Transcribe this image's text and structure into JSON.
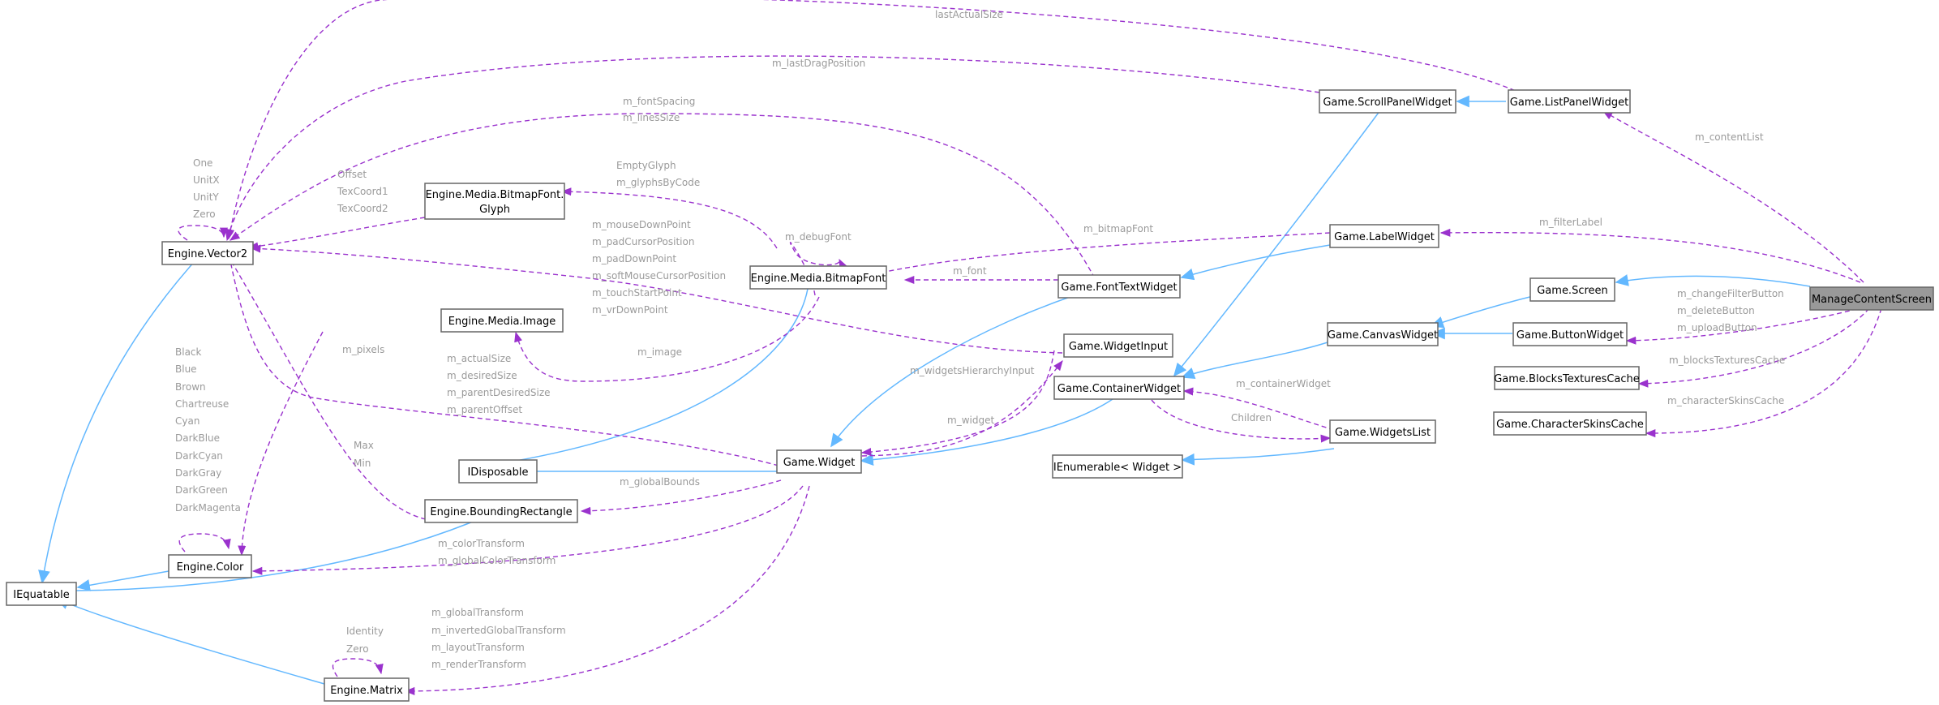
{
  "nodes": {
    "vector2": "Engine.Vector2",
    "iequatable": "IEquatable",
    "color": "Engine.Color",
    "matrix": "Engine.Matrix",
    "glyph_line1": "Engine.Media.BitmapFont.",
    "glyph_line2": "Glyph",
    "image": "Engine.Media.Image",
    "idisposable": "IDisposable",
    "bounding": "Engine.BoundingRectangle",
    "bitmapfont": "Engine.Media.BitmapFont",
    "widget": "Game.Widget",
    "fonttext": "Game.FontTextWidget",
    "widgetinput": "Game.WidgetInput",
    "container": "Game.ContainerWidget",
    "ienumerable": "IEnumerable< Widget >",
    "scrollpanel": "Game.ScrollPanelWidget",
    "listpanel": "Game.ListPanelWidget",
    "label": "Game.LabelWidget",
    "screen": "Game.Screen",
    "canvas": "Game.CanvasWidget",
    "button": "Game.ButtonWidget",
    "widgetslist": "Game.WidgetsList",
    "blockstex": "Game.BlocksTexturesCache",
    "charskins": "Game.CharacterSkinsCache",
    "manage": "ManageContentScreen"
  },
  "labels": {
    "lastActualSize": "lastActualSize",
    "m_lastDragPosition": "m_lastDragPosition",
    "m_fontSpacing": "m_fontSpacing",
    "m_linesSize": "m_linesSize",
    "v_one": "One",
    "v_unitx": "UnitX",
    "v_unity": "UnitY",
    "v_zero": "Zero",
    "g_offset": "Offset",
    "g_texcoord1": "TexCoord1",
    "g_texcoord2": "TexCoord2",
    "emptyGlyph": "EmptyGlyph",
    "m_glyphsByCode": "m_glyphsByCode",
    "m_debugFont": "m_debugFont",
    "m_bitmapFont": "m_bitmapFont",
    "m_font": "m_font",
    "wi_1": "m_mouseDownPoint",
    "wi_2": "m_padCursorPosition",
    "wi_3": "m_padDownPoint",
    "wi_4": "m_softMouseCursorPosition",
    "wi_5": "m_touchStartPoint",
    "wi_6": "m_vrDownPoint",
    "m_pixels": "m_pixels",
    "m_image": "m_image",
    "c_black": "Black",
    "c_blue": "Blue",
    "c_brown": "Brown",
    "c_chartreuse": "Chartreuse",
    "c_cyan": "Cyan",
    "c_darkblue": "DarkBlue",
    "c_darkcyan": "DarkCyan",
    "c_darkgray": "DarkGray",
    "c_darkgreen": "DarkGreen",
    "c_darkmagenta": "DarkMagenta",
    "w_actualsize": "m_actualSize",
    "w_desiredsize": "m_desiredSize",
    "w_parentdesired": "m_parentDesiredSize",
    "w_parentoffset": "m_parentOffset",
    "b_max": "Max",
    "b_min": "Min",
    "m_widgetsHierarchyInput": "m_widgetsHierarchyInput",
    "m_widget": "m_widget",
    "m_globalBounds": "m_globalBounds",
    "m_colorTransform": "m_colorTransform",
    "m_globalColorTransform": "m_globalColorTransform",
    "t_global": "m_globalTransform",
    "t_inverted": "m_invertedGlobalTransform",
    "t_layout": "m_layoutTransform",
    "t_render": "m_renderTransform",
    "m_identity": "Identity",
    "m_zero": "Zero",
    "m_containerWidget": "m_containerWidget",
    "children": "Children",
    "m_contentList": "m_contentList",
    "m_filterLabel": "m_filterLabel",
    "mc_change": "m_changeFilterButton",
    "mc_delete": "m_deleteButton",
    "mc_upload": "m_uploadButton",
    "m_blocksTexturesCache": "m_blocksTexturesCache",
    "m_characterSkinsCache": "m_characterSkinsCache"
  },
  "colors": {
    "edge_member": "#9a32cd",
    "edge_inherit": "#63b8ff",
    "label_text": "#9a9a9a",
    "selected_fill": "#999999"
  }
}
